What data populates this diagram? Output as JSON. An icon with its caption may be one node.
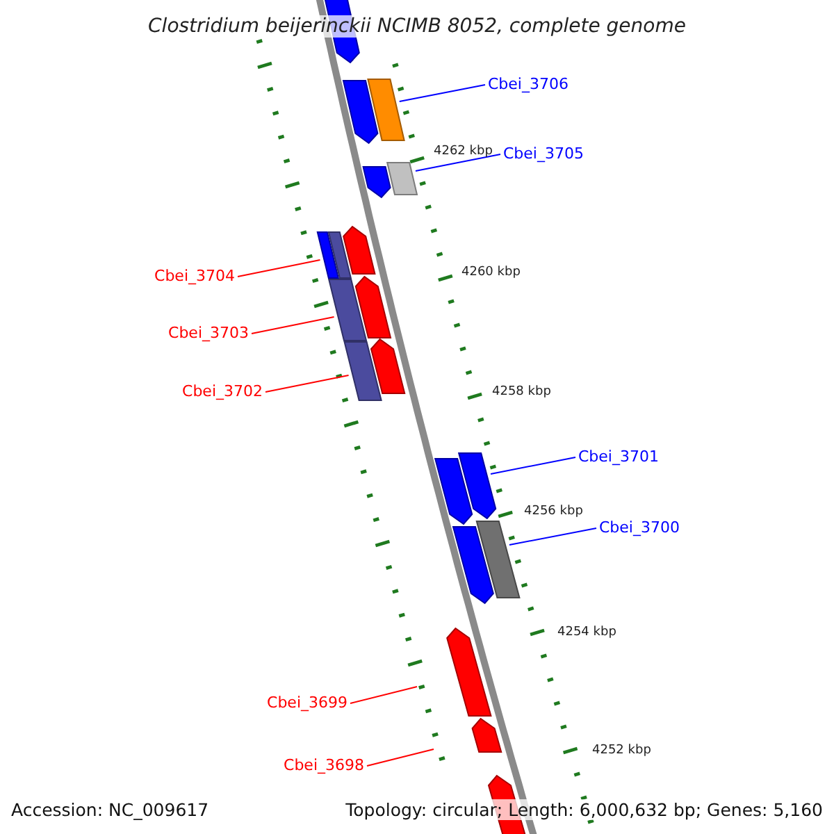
{
  "diagram": {
    "title": "Clostridium beijerinckii NCIMB 8052, complete genome",
    "nodes": [
      {
        "text": [],
        "shape": "bar"
      },
      {
        "text": [
          "Cbei_3706"
        ]
      },
      {
        "text": [],
        "shape": "bar"
      },
      {
        "text": [],
        "shape": "bar"
      },
      {
        "text": [
          "Cbei_3705"
        ]
      },
      {
        "text": [],
        "shape": "bar"
      },
      {
        "text": [],
        "shape": "bar"
      },
      {
        "text": [],
        "shape": "bar"
      },
      {
        "text": [],
        "shape": "bar"
      },
      {
        "text": [],
        "shape": "bar"
      },
      {
        "text": [
          "Cbei_3704"
        ]
      },
      {
        "text": [],
        "shape": "bar"
      },
      {
        "text": [],
        "shape": "bar"
      },
      {
        "text": [
          "Cbei_3703"
        ]
      },
      {
        "text": [],
        "shape": "bar"
      },
      {
        "text": [],
        "shape": "bar"
      },
      {
        "text": [
          "Cbei_3702"
        ]
      },
      {
        "text": [],
        "shape": "bar"
      },
      {
        "text": [
          "Cbei_3701"
        ]
      },
      {
        "text": [],
        "shape": "bar"
      },
      {
        "text": [],
        "shape": "bar"
      },
      {
        "text": [],
        "shape": "bar"
      },
      {
        "text": [
          "Cbei_3700"
        ]
      },
      {
        "text": [],
        "shape": "bar"
      },
      {
        "text": [
          "Cbei_3699"
        ]
      },
      {
        "text": [],
        "shape": "bar"
      },
      {
        "text": [
          "Cbei_3698"
        ]
      },
      {
        "text": [],
        "shape": "bar"
      }
    ],
    "edges": [
      {
        "from": 1,
        "to": 3,
        "arrow": "none",
        "color": "#0000ff"
      },
      {
        "from": 4,
        "to": 5,
        "arrow": "none",
        "color": "#0000ff"
      },
      {
        "from": 10,
        "to": 8,
        "arrow": "none"
      },
      {
        "from": 13,
        "to": 12,
        "arrow": "none"
      },
      {
        "from": 16,
        "to": 15,
        "arrow": "none"
      },
      {
        "from": 18,
        "to": 17,
        "arrow": "none",
        "color": "#0000ff"
      },
      {
        "from": 22,
        "to": 20,
        "arrow": "none",
        "color": "#0000ff"
      },
      {
        "from": 24,
        "to": 23,
        "arrow": "none"
      },
      {
        "from": 26,
        "to": 25,
        "arrow": "none"
      }
    ],
    "labels": [
      "4262 kbp",
      "4260 kbp",
      "4258 kbp",
      "4256 kbp",
      "4254 kbp",
      "4252 kbp",
      "Accession: NC_009617",
      "Topology: circular; Length: 6,000,632 bp; Genes: 5,160"
    ]
  }
}
